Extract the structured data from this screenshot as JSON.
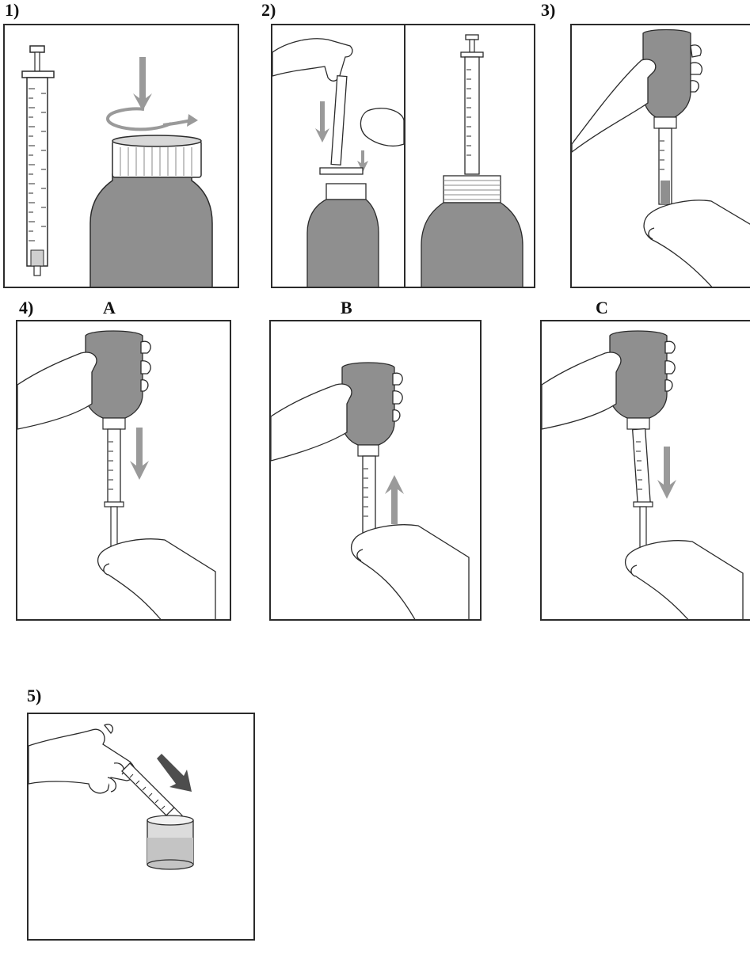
{
  "steps": {
    "s1": "1)",
    "s2": "2)",
    "s3": "3)",
    "s4": "4)",
    "s5": "5)"
  },
  "substeps": {
    "a": "A",
    "b": "B",
    "c": "C"
  },
  "colors": {
    "bottle_fill": "#8f8f8f",
    "arrow": "#9a9a9a",
    "arrow_dark": "#4d4d4d",
    "outline": "#2b2b2b"
  }
}
